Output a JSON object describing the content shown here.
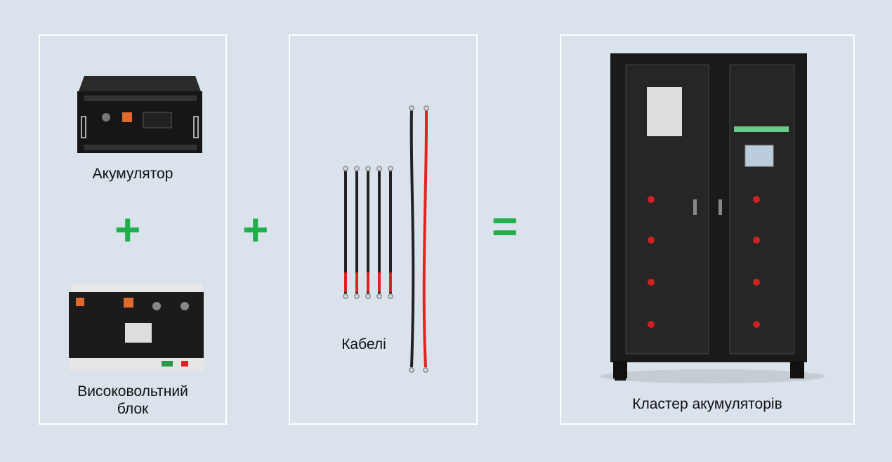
{
  "colors": {
    "background": "#dae3ec",
    "accent": "#1fb04a",
    "panel_border": "#ffffff"
  },
  "panels": {
    "battery": {
      "label": "Акумулятор"
    },
    "hv_block": {
      "label_line1": "Високовольтний",
      "label_line2": "блок"
    },
    "cables": {
      "label": "Кабелі"
    },
    "cluster": {
      "label": "Кластер акумуляторів"
    }
  },
  "operators": {
    "plus1": "+",
    "plus2": "+",
    "equals": "="
  }
}
